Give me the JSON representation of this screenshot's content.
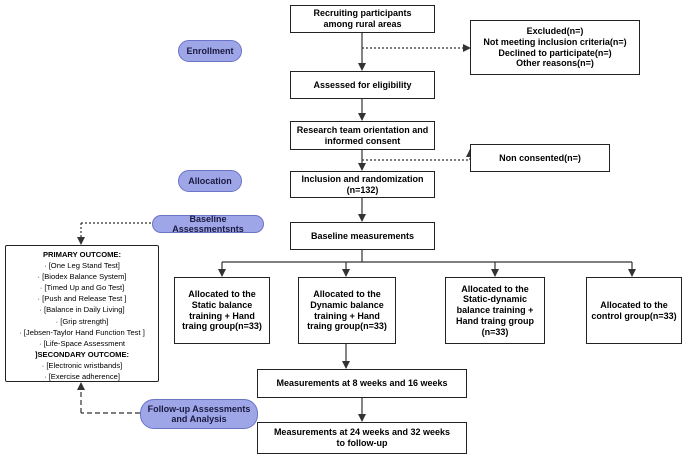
{
  "phases": {
    "enrollment": "Enrollment",
    "allocation": "Allocation",
    "baseline": "Baseline Assessmentsnts",
    "followup": "Follow-up Assessments\nand Analysis"
  },
  "boxes": {
    "recruiting": "Recruiting participants\namong rural areas",
    "excluded": "Excluded(n=)\nNot meeting inclusion criteria(n=)\nDeclined to participate(n=)\nOther reasons(n=)",
    "eligibility": "Assessed for eligibility",
    "orientation": "Research team orientation and\ninformed consent",
    "non_consented": "Non consented(n=)",
    "randomization": "Inclusion and randomization\n(n=132)",
    "baseline": "Baseline measurements",
    "group_static": "Allocated to the\nStatic balance\ntraining + Hand\ntraing group(n=33)",
    "group_dynamic": "Allocated to the\nDynamic balance\ntraining + Hand\ntraing group(n=33)",
    "group_static_dynamic": "Allocated to the\nStatic-dynamic\nbalance training +\nHand traing group\n(n=33)",
    "group_control": "Allocated to the\ncontrol group(n=33)",
    "measure_8_16": "Measurements at 8 weeks and 16 weeks",
    "measure_24_32": "Measurements at 24 weeks and 32 weeks\nto follow-up"
  },
  "outcomes": {
    "primary_heading": "PRIMARY OUTCOME:",
    "primary_items": [
      "· [One Leg Stand Test]",
      "· [Biodex Balance System]",
      "· [Timed Up and Go Test]",
      "· [Push and Release Test ]",
      "· [Balance in Daily Living]",
      "· [Grip strength]",
      "· [Jebsen-Taylor Hand Function Test ]",
      "· [Life-Space Assessment"
    ],
    "secondary_heading": "]SECONDARY OUTCOME:",
    "secondary_items": [
      "· [Electronic wristbands]",
      "· [Exercise adherence]"
    ]
  }
}
